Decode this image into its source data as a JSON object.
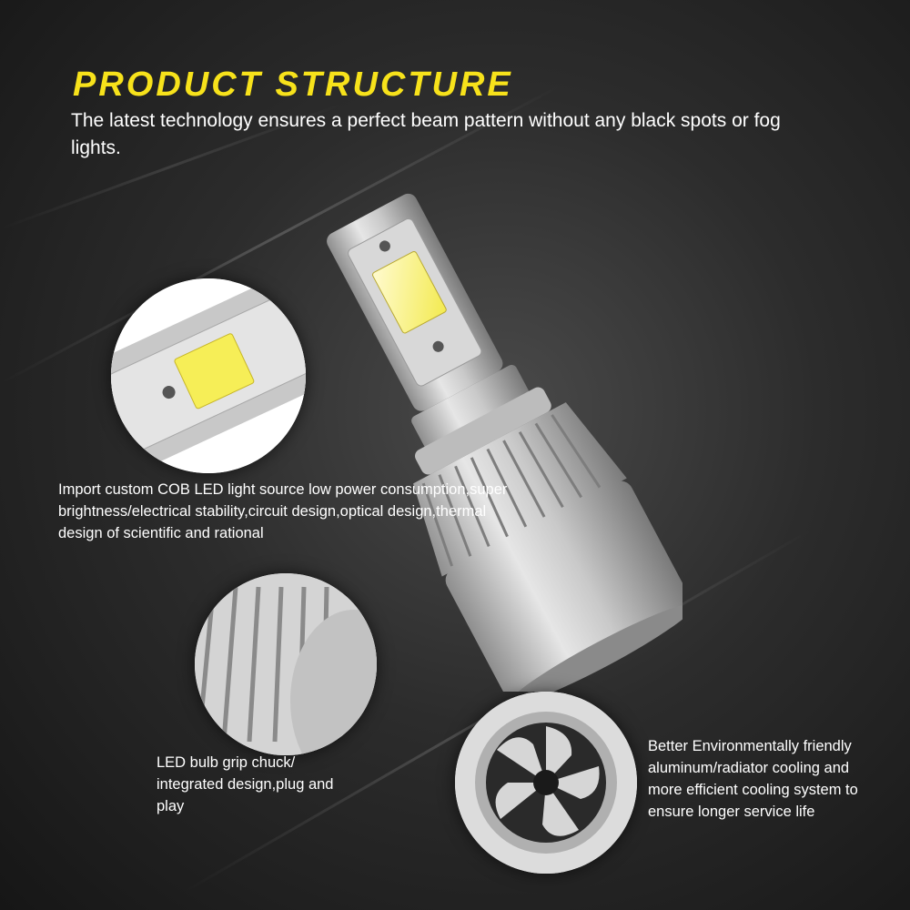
{
  "title": "PRODUCT  STRUCTURE",
  "subtitle": "The latest technology ensures a perfect beam pattern without any black spots or fog lights.",
  "captions": {
    "cob": "Import custom COB LED light source low power consumption,super brightness/electrical stability,circuit design,optical design,thermal design of scientific and rational",
    "chuck": "LED bulb grip chuck/ integrated design,plug and play",
    "cooling": "Better Environmentally friendly aluminum/radiator cooling and more efficient cooling system to ensure longer service life"
  },
  "colors": {
    "accent": "#f7e21b",
    "text": "#ffffff",
    "background": "#2c2c2c"
  },
  "icons": [
    "led-bulb-icon",
    "cob-chip-icon",
    "heatsink-fins-icon",
    "cooling-fan-icon"
  ]
}
